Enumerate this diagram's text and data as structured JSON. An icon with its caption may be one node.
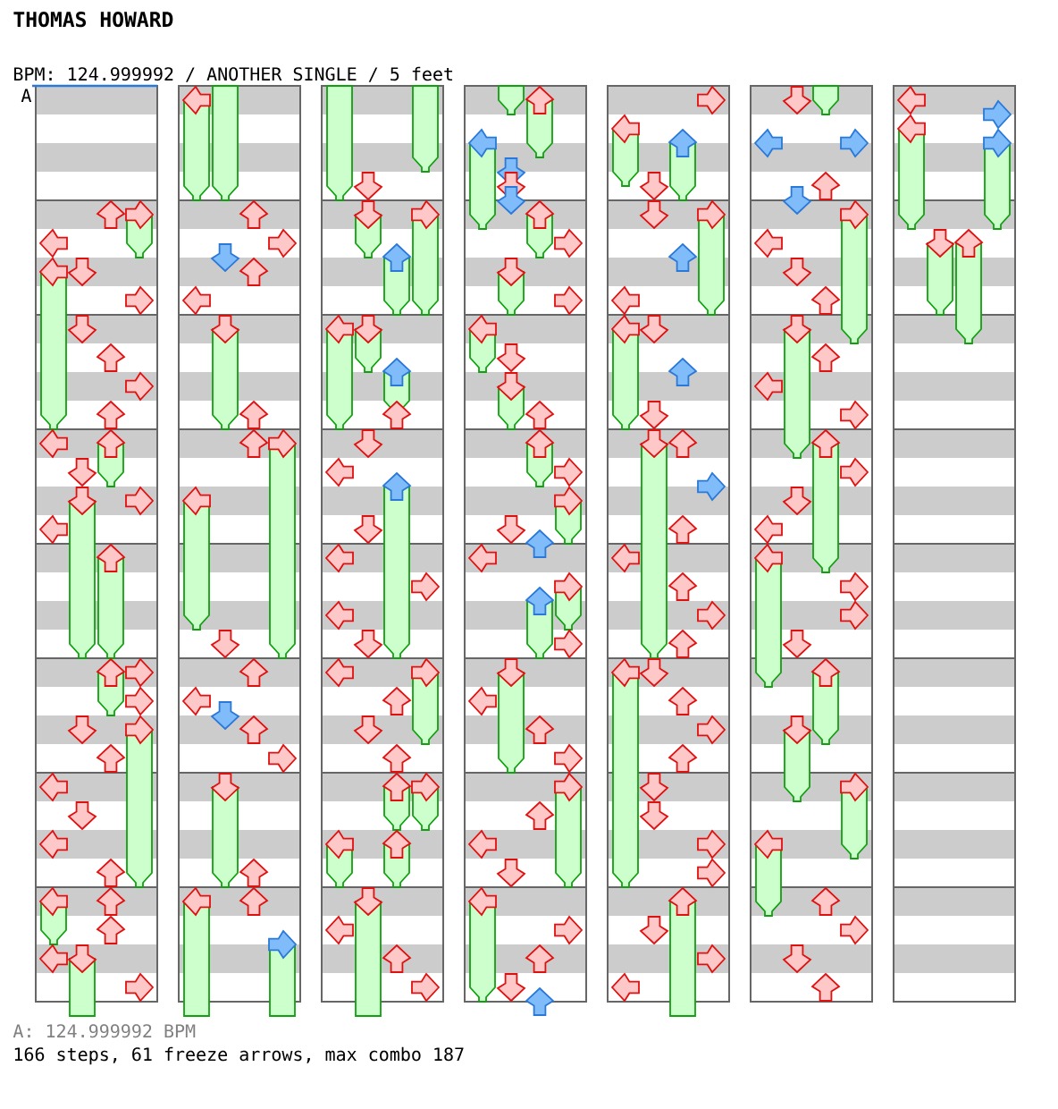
{
  "diagram": {
    "labels": [
      "THOMAS HOWARD",
      "BPM: 124.999992 / ANOTHER SINGLE / 5 feet",
      "A",
      "A: 124.999992 BPM",
      "166 steps, 61 freeze arrows, max combo 187"
    ]
  }
}
